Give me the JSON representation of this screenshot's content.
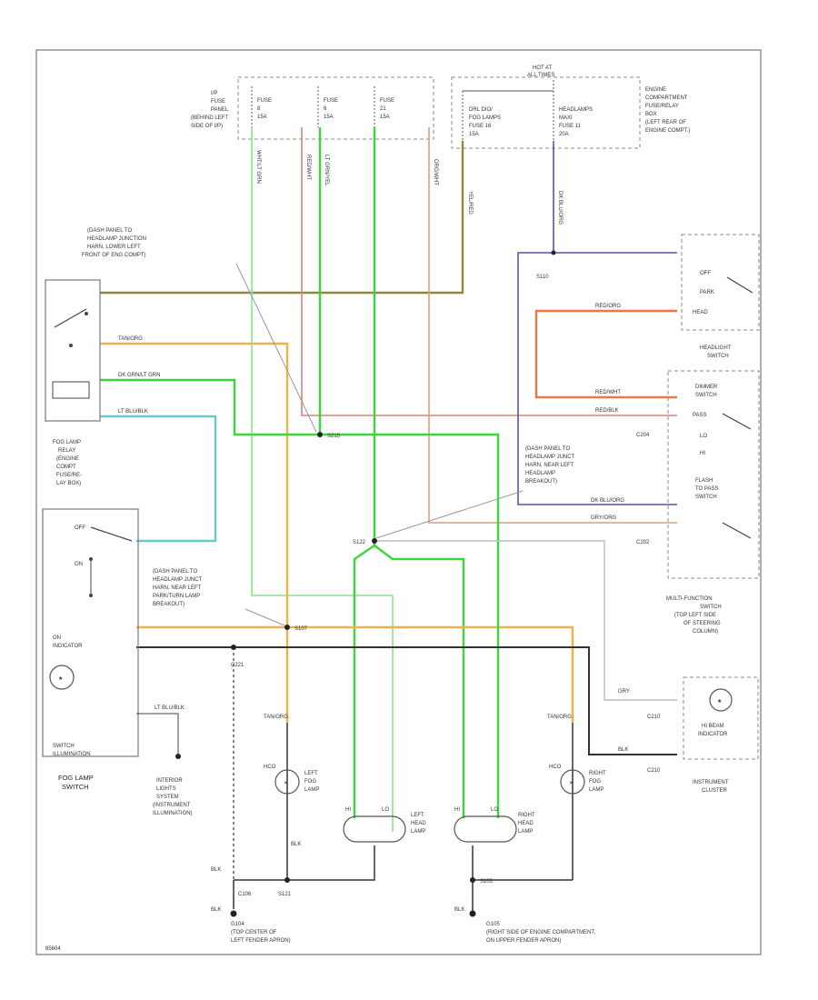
{
  "colors": {
    "yel_red": "#8a8a3a",
    "wht_lgn": "#8fe08f",
    "red_wht": "#d98080",
    "lgn_yel": "#3cd63c",
    "org_wht": "#d9a07a",
    "tan_org": "#f0b04a",
    "dk_blu": "#5555aa",
    "red_org": "#ee7744",
    "lt_blu": "#66cccc",
    "gry": "#bbbbbb",
    "blk": "#333333"
  },
  "fuse_panel_ip": {
    "label": [
      "I/P",
      "FUSE",
      "PANEL",
      "(BEHIND LEFT",
      "SIDE OF I/P)"
    ],
    "fuses": [
      {
        "name": "FUSE",
        "num": "8",
        "amps": "15A"
      },
      {
        "name": "FUSE",
        "num": "6",
        "amps": "15A"
      },
      {
        "name": "FUSE",
        "num": "21",
        "amps": "15A"
      }
    ]
  },
  "hot_at": [
    "HOT AT",
    "ALL TIMES"
  ],
  "engine_box": {
    "label": [
      "ENGINE",
      "COMPARTMENT",
      "FUSE/RELAY",
      "BOX",
      "(LEFT REAR OF",
      "ENGINE COMPT.)"
    ],
    "fuses": [
      {
        "name": "DRL DIO/",
        "sub": "FOG LAMPS",
        "num": "FUSE 16",
        "amps": "15A"
      },
      {
        "name": "HEADLAMPS",
        "sub": "MAXI",
        "num": "FUSE 11",
        "amps": "20A"
      }
    ]
  },
  "wires": {
    "wht_lgn": "WHT/LT GRN",
    "red_wht": "RED/WHT",
    "lgn_yel": "LT GRN/YEL",
    "org_wht": "ORG/WHT",
    "yel_red": "YEL/RED",
    "dk_blu": "DK BLU/ORG",
    "tan_org": "TAN/ORG",
    "dk_grn_gry": "DK GRN/LT GRN",
    "lt_blu_blk": "LT BLU/BLK",
    "red_org": "RED/ORG",
    "red_wht2": "RED/WHT",
    "red_blk": "RED/BLK",
    "dk_blu_org2": "DK BLU/ORG",
    "org_wht2": "GRY/ORG",
    "gry": "GRY",
    "blk": "BLK"
  },
  "notes": {
    "dash_to_hl": [
      "(DASH PANEL TO",
      "HEADLAMP JUNCTION",
      "HARN, LOWER LEFT",
      "FRONT OF ENG COMPT)"
    ],
    "dash_to_hl2": [
      "(DASH PANEL TO",
      "HEADLAMP JUNCT",
      "HARN, NEAR LEFT",
      "HEADLAMP",
      "BREAKOUT)"
    ],
    "dash_to_hl3": [
      "(DASH PANEL TO",
      "HEADLAMP JUNCT",
      "HARN, NEAR LEFT",
      "PARK/TURN LAMP",
      "BREAKOUT)"
    ]
  },
  "splices": {
    "s215": "S215",
    "s110": "S110",
    "s122": "S122",
    "s107": "S107",
    "s121": "S121",
    "c221": "C221",
    "c106": "C106",
    "s105": "S105"
  },
  "relay": {
    "label": [
      "FOG LAMP",
      "RELAY",
      "(ENGINE",
      "COMPT",
      "FUSE/RE-",
      "LAY BOX)"
    ]
  },
  "fog_switch": {
    "label": [
      "FOG LAMP",
      "SWITCH"
    ],
    "off": "OFF",
    "on": "ON",
    "indicator": [
      "ON",
      "INDICATOR"
    ],
    "illum": [
      "SWITCH",
      "ILLUMINATION"
    ]
  },
  "interior": [
    "INTERIOR",
    "LIGHTS",
    "SYSTEM",
    "(INSTRUMENT",
    "ILLUMINATION)"
  ],
  "headlight_switch": {
    "label": [
      "HEADLIGHT",
      "SWITCH"
    ],
    "off": "OFF",
    "park": "PARK",
    "head": "HEAD"
  },
  "multifunction": {
    "label": [
      "MULTI-FUNCTION",
      "SWITCH",
      "(TOP LEFT SIDE",
      "OF STEERING",
      "COLUMN)"
    ],
    "dimmer": [
      "DIMMER",
      "SWITCH"
    ],
    "flash": [
      "FLASH",
      "TO PASS",
      "SWITCH"
    ],
    "pass": "PASS",
    "lo": "LO",
    "hi": "HI",
    "c204": "C204",
    "c202": "C202"
  },
  "cluster": {
    "label": [
      "INSTRUMENT",
      "CLUSTER"
    ],
    "hibeam": [
      "HI BEAM",
      "INDICATOR"
    ],
    "c210": "C210",
    "c210b": "C210"
  },
  "lamps": {
    "left_fog": [
      "LEFT",
      "FOG",
      "LAMP"
    ],
    "right_fog": [
      "RIGHT",
      "FOG",
      "LAMP"
    ],
    "left_head": [
      "LEFT",
      "HEAD",
      "LAMP"
    ],
    "right_head": [
      "RIGHT",
      "HEAD",
      "LAMP"
    ],
    "hi": "HI",
    "lo": "LO",
    "hco": "HCO"
  },
  "grounds": {
    "g104": [
      "G104",
      "(TOP CENTER OF",
      "LEFT FENDER APRON)"
    ],
    "g105": [
      "G105",
      "(RIGHT SIDE OF ENGINE COMPARTMENT,",
      "ON UPPER FENDER APRON)"
    ],
    "blk": "BLK"
  },
  "code": "85604"
}
